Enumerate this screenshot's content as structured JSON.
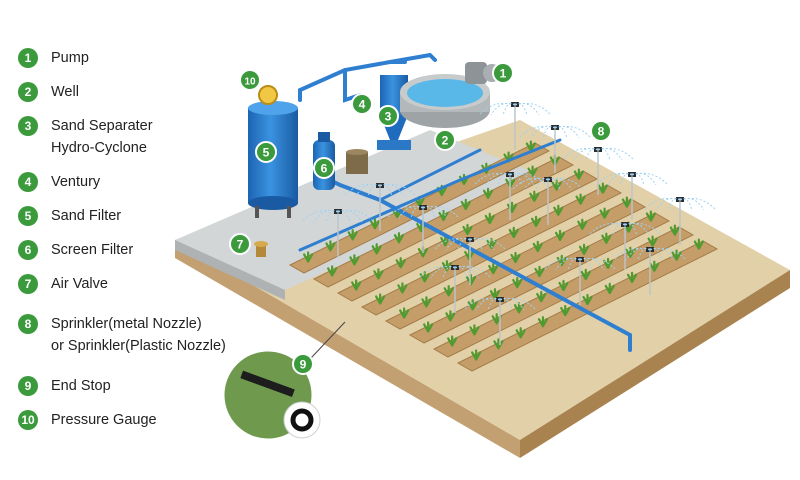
{
  "legend": [
    {
      "num": "1",
      "lines": [
        "Pump"
      ]
    },
    {
      "num": "2",
      "lines": [
        "Well"
      ]
    },
    {
      "num": "3",
      "lines": [
        "Sand Separater",
        "Hydro-Cyclone"
      ]
    },
    {
      "num": "4",
      "lines": [
        "Ventury"
      ]
    },
    {
      "num": "5",
      "lines": [
        "Sand Filter"
      ]
    },
    {
      "num": "6",
      "lines": [
        "Screen Filter"
      ]
    },
    {
      "num": "7",
      "lines": [
        "Air Valve"
      ]
    },
    {
      "num": "8",
      "lines": [
        "Sprinkler(metal Nozzle)",
        "or Sprinkler(Plastic Nozzle)"
      ]
    },
    {
      "num": "9",
      "lines": [
        "End Stop"
      ]
    },
    {
      "num": "10",
      "lines": [
        "Pressure Gauge"
      ]
    }
  ],
  "callouts": [
    "1",
    "2",
    "3",
    "4",
    "5",
    "6",
    "7",
    "8",
    "9",
    "10"
  ],
  "colors": {
    "badge": "#3a9a3c",
    "soil": "#c8a877",
    "field_top": "#ddc9a1",
    "pipe": "#2f7fd0",
    "tank": "#2d7fd1",
    "concrete": "#cfd3d4"
  }
}
